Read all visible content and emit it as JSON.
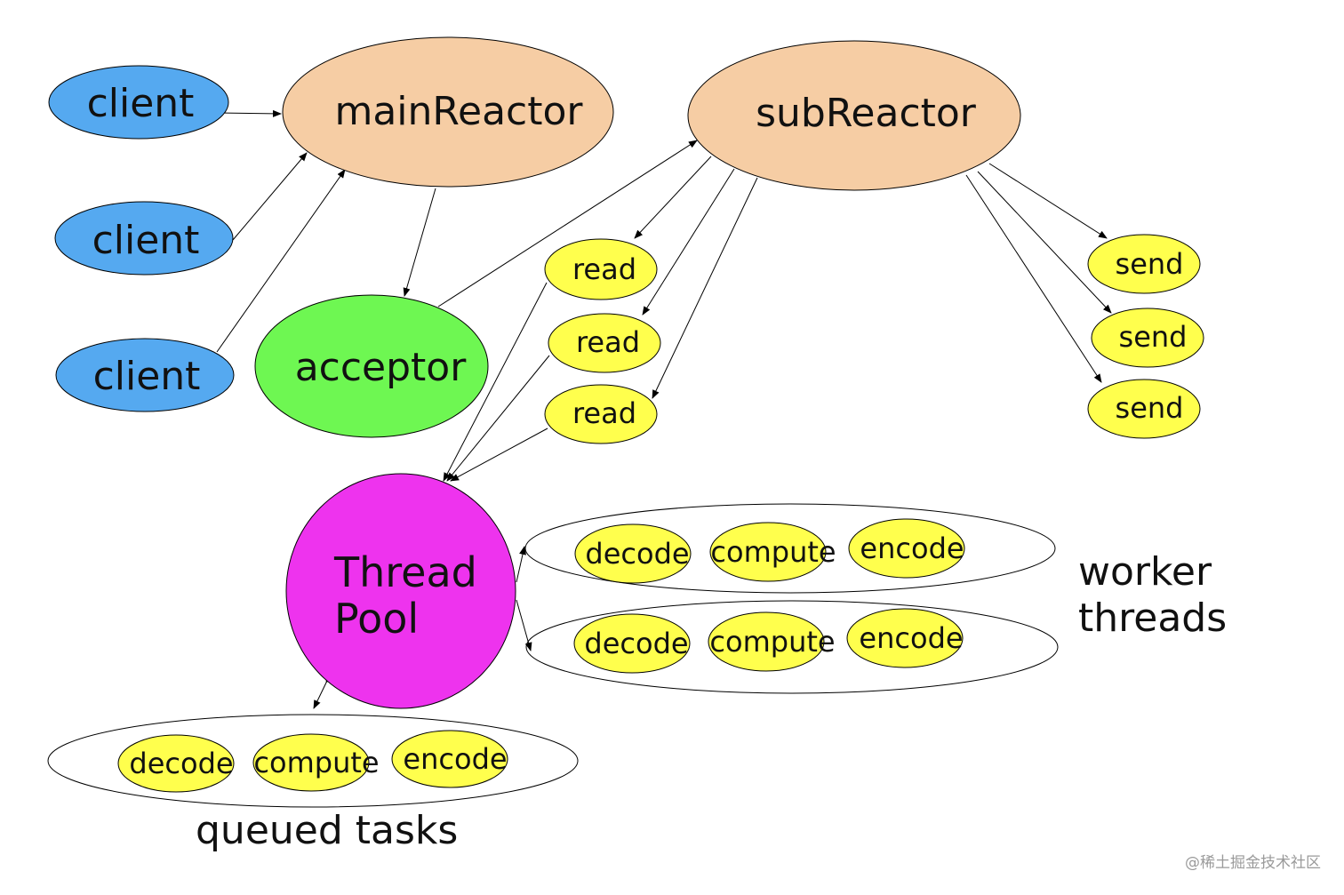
{
  "nodes": {
    "client_1": "client",
    "client_2": "client",
    "client_3": "client",
    "main_reactor": "mainReactor",
    "sub_reactor": "subReactor",
    "acceptor": "acceptor",
    "read_1": "read",
    "read_2": "read",
    "read_3": "read",
    "send_1": "send",
    "send_2": "send",
    "send_3": "send",
    "thread_pool_line1": "Thread",
    "thread_pool_line2": "Pool"
  },
  "worker_threads": {
    "label_line1": "worker",
    "label_line2": "threads",
    "rows": [
      {
        "decode": "decode",
        "compute": "compute",
        "encode": "encode"
      },
      {
        "decode": "decode",
        "compute": "compute",
        "encode": "encode"
      }
    ]
  },
  "queued_tasks": {
    "label": "queued tasks",
    "decode": "decode",
    "compute": "compute",
    "encode": "encode"
  },
  "watermark": "@稀土掘金技术社区",
  "colors": {
    "client": "#55a9f0",
    "reactor": "#f6cda4",
    "acceptor": "#6ef752",
    "task": "#ffff4d",
    "thread_pool": "#ee33ee"
  }
}
